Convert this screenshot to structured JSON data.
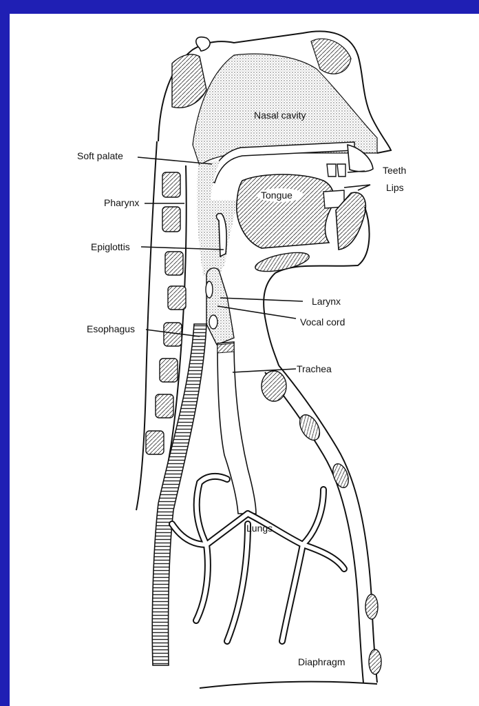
{
  "colors": {
    "frame": "#1f1fb4",
    "background": "#ffffff",
    "line": "#111111",
    "stipple": "#bdbdbd"
  },
  "labels": {
    "nasal_cavity": "Nasal cavity",
    "soft_palate": "Soft palate",
    "teeth": "Teeth",
    "lips": "Lips",
    "pharynx": "Pharynx",
    "tongue": "Tongue",
    "epiglottis": "Epiglottis",
    "larynx": "Larynx",
    "vocal_cord": "Vocal cord",
    "esophagus": "Esophagus",
    "trachea": "Trachea",
    "lungs": "Lungs",
    "diaphragm": "Diaphragm"
  }
}
